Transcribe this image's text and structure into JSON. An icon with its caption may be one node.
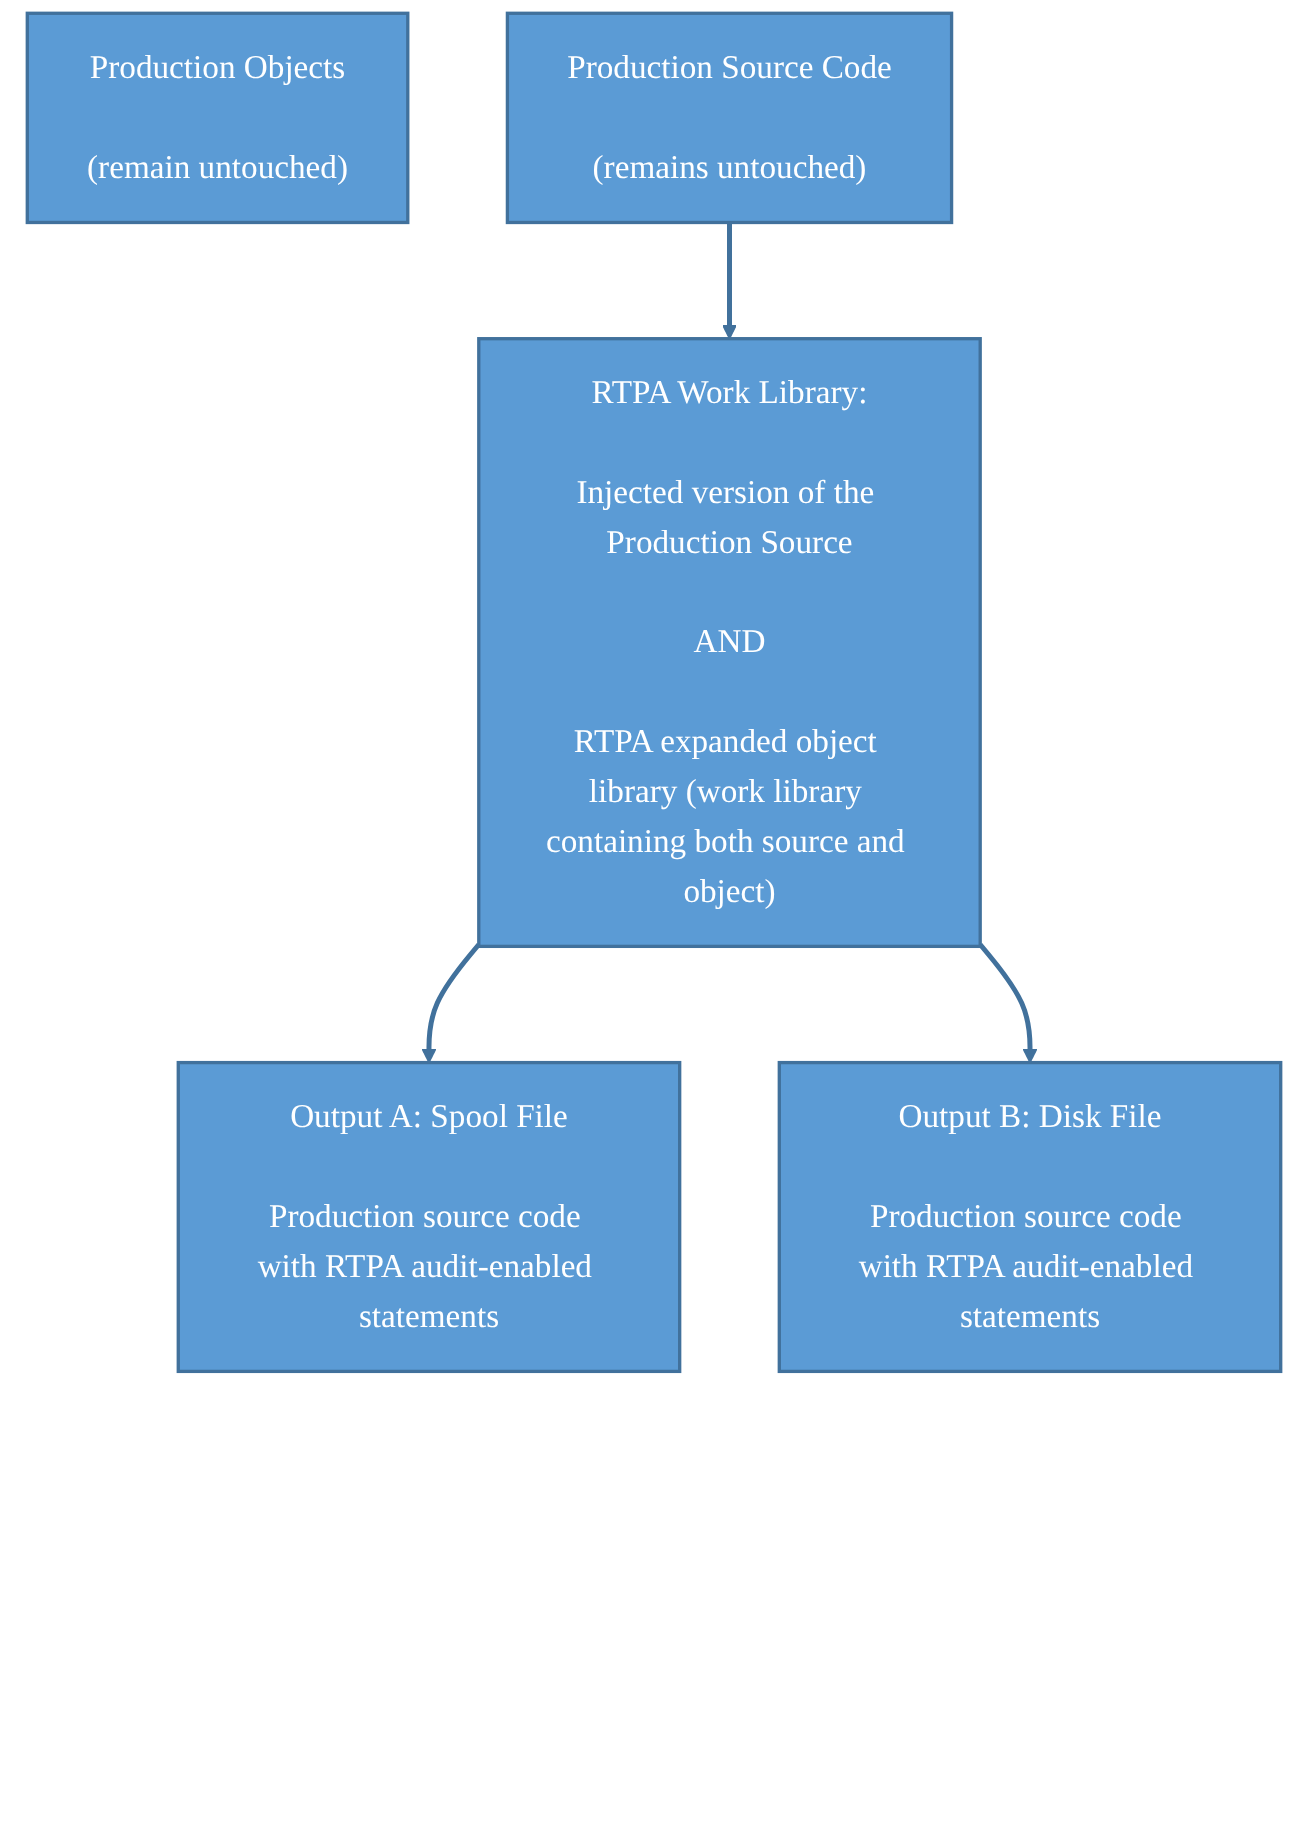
{
  "diagram": {
    "nodes": [
      {
        "text": [
          "Production Objects",
          "(remain untouched)"
        ]
      },
      {
        "text": [
          "Production Source Code",
          "(remains untouched)"
        ]
      },
      {
        "text": [
          "RTPA Work Library:",
          "Injected version of the Production Source",
          "AND",
          "RTPA expanded object library (work library containing both source and object)"
        ]
      },
      {
        "text": [
          "Output A: Spool File",
          "Production source code with RTPA audit-enabled statements"
        ]
      },
      {
        "text": [
          "Output B: Disk File",
          "Production source code with RTPA audit-enabled statements"
        ]
      }
    ],
    "edges": [
      {
        "from": 1,
        "to": 2,
        "arrow": "to"
      },
      {
        "from": 2,
        "to": 3,
        "arrow": "to"
      },
      {
        "from": 2,
        "to": 4,
        "arrow": "to"
      }
    ]
  }
}
